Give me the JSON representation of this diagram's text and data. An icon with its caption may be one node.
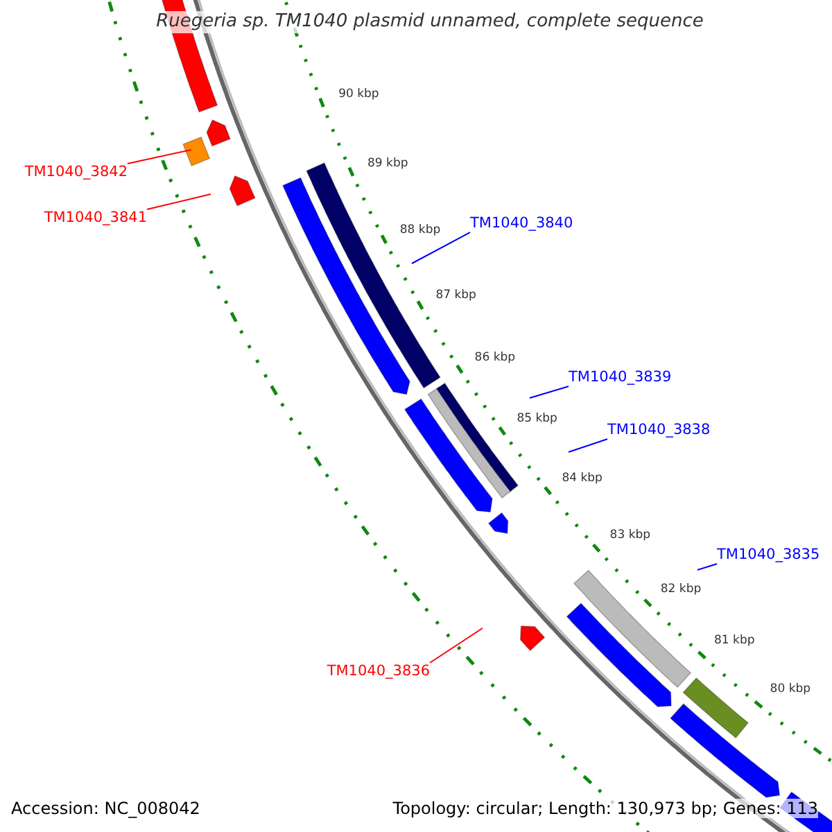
{
  "diagram": {
    "title": "Ruegeria sp. TM1040 plasmid unnamed, complete sequence",
    "nodes": [
      {
        "text": [
          "TM1040_3842"
        ]
      },
      {
        "text": [
          "TM1040_3841"
        ]
      },
      {
        "text": [
          "TM1040_3840"
        ]
      },
      {
        "text": [
          "TM1040_3839"
        ]
      },
      {
        "text": [
          "TM1040_3838"
        ]
      },
      {
        "text": [
          "TM1040_3835"
        ]
      },
      {
        "text": [
          "TM1040_3836"
        ]
      }
    ],
    "edges": [
      {
        "from": 0,
        "to": null,
        "arrow": "none",
        "color": "#ff0000"
      },
      {
        "from": 1,
        "to": null,
        "arrow": "none",
        "color": "#ff0000"
      },
      {
        "from": 2,
        "to": null,
        "arrow": "none"
      },
      {
        "from": 3,
        "to": null,
        "arrow": "none"
      },
      {
        "from": 4,
        "to": null,
        "arrow": "none"
      },
      {
        "from": 5,
        "to": null,
        "arrow": "none"
      },
      {
        "from": 6,
        "to": null,
        "arrow": "none",
        "color": "#ff0000"
      }
    ],
    "labels": [
      "90 kbp",
      "89 kbp",
      "88 kbp",
      "87 kbp",
      "86 kbp",
      "85 kbp",
      "84 kbp",
      "83 kbp",
      "82 kbp",
      "81 kbp",
      "80 kbp",
      "Accession: NC_008042",
      "Topology: circular; Length: 130,973 bp; Genes: 113"
    ]
  }
}
